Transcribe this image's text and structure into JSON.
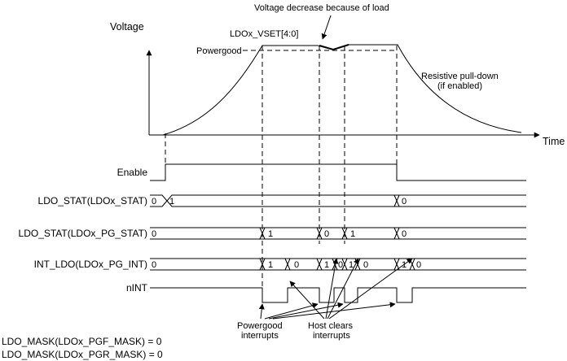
{
  "axes": {
    "y_label": "Voltage",
    "x_label": "Time"
  },
  "annotations": {
    "voltage_decrease": "Voltage decrease because of load",
    "ldo_vset": "LDOx_VSET[4:0]",
    "powergood": "Powergood",
    "resistive_line1": "Resistive pull-down",
    "resistive_line2": "(if enabled)",
    "powergood_interrupts_line1": "Powergood",
    "powergood_interrupts_line2": "interrupts",
    "host_clears_line1": "Host clears",
    "host_clears_line2": "interrupts"
  },
  "signals": {
    "enable": "Enable",
    "ldo_stat": "LDO_STAT(LDOx_STAT)",
    "ldo_pg_stat": "LDO_STAT(LDOx_PG_STAT)",
    "int_ldo": "INT_LDO(LDOx_PG_INT)",
    "nint": "nINT"
  },
  "values": {
    "ldo_stat": [
      "0",
      "1",
      "0"
    ],
    "pg_stat": [
      "0",
      "1",
      "0",
      "1",
      "0"
    ],
    "pg_int": [
      "0",
      "1",
      "0",
      "1",
      "0",
      "1",
      "0",
      "1",
      "0"
    ]
  },
  "mask_settings": {
    "pgf": "LDO_MASK(LDOx_PGF_MASK) = 0",
    "pgr": "LDO_MASK(LDOx_PGR_MASK) = 0"
  }
}
